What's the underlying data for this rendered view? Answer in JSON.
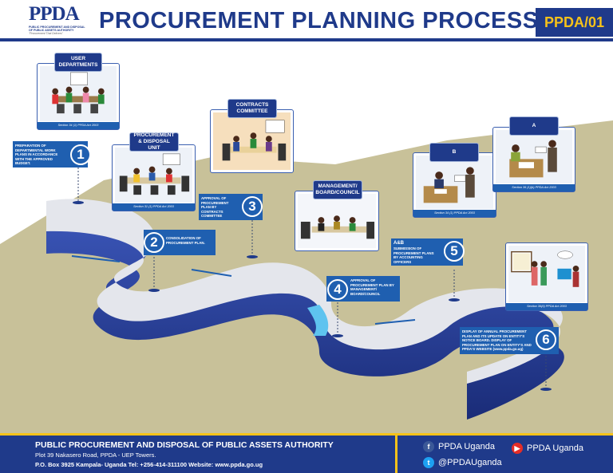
{
  "header": {
    "logo_mark": "PPDA",
    "logo_subtitle": "PUBLIC PROCUREMENT AND DISPOSAL OF PUBLIC ASSETS AUTHORITY",
    "logo_motto": "\"Procurement That Delivers\"",
    "title": "PROCUREMENT PLANNING PROCESS",
    "code": "PPDA/01"
  },
  "panels": {
    "user_departments": {
      "label": "USER DEPARTMENTS",
      "section": "Section 34 (1) PPDA Act 2003"
    },
    "pdu": {
      "label": "PROCUREMENT & DISPOSAL UNIT",
      "section": "Section 31 (1) PPDA Act 2003"
    },
    "contracts_committee": {
      "label": "CONTRACTS COMMITTEE"
    },
    "management": {
      "label": "MANAGEMENT/ BOARD/COUNCIL"
    },
    "b": {
      "label": "B",
      "section": "Section 34 (1) PPDA Act 2003"
    },
    "a": {
      "label": "A",
      "section": "Section 36 (1)(b) PPDA Act 2003"
    },
    "display": {
      "section": "Section 36(6) PPDA Act 2003"
    }
  },
  "steps": [
    {
      "num": "1",
      "text": "PREPARATION OF DEPARTMENTAL WORK PLANS IN ACCORDANCE WITH THE APPROVED BUDGET."
    },
    {
      "num": "2",
      "text": "CONSOLIDATION OF PROCUREMENT PLAN."
    },
    {
      "num": "3",
      "text": "APPROVAL OF PROCUREMENT PLAN BY CONTRACTS COMMITTEE"
    },
    {
      "num": "4",
      "text": "APPROVAL OF PROCUREMENT PLAN BY MANAGEMENT/ BOARD/COUNCIL"
    },
    {
      "num": "5",
      "heading": "A&B",
      "text": "SUBMISSION OF PROCUREMENT PLANS BY ACCOUNTING OFFICERS"
    },
    {
      "num": "6",
      "text": "DISPLAY OF ANNUAL PROCUREMENT PLAN AND ITS UPDATE ON ENTITY'S NOTICE BOARD. DISPLAY OF PROCUREMENT PLAN ON ENTITY'S AND PPDA'S WEBSITE (www.ppda.go.ug)"
    }
  ],
  "footer": {
    "authority": "PUBLIC PROCUREMENT AND DISPOSAL OF PUBLIC ASSETS AUTHORITY",
    "address": "Plot 39 Nakasero Road, PPDA - UEP Towers.",
    "contact": "P.O. Box 3925 Kampala- Uganda  Tel: +256-414-311100   Website: www.ppda.go.ug",
    "facebook": "PPDA Uganda",
    "youtube": "PPDA Uganda",
    "twitter": "@PPDAUganda"
  },
  "colors": {
    "primary": "#1f3a8a",
    "accent": "#f6c21a",
    "step": "#1f5fb0"
  }
}
